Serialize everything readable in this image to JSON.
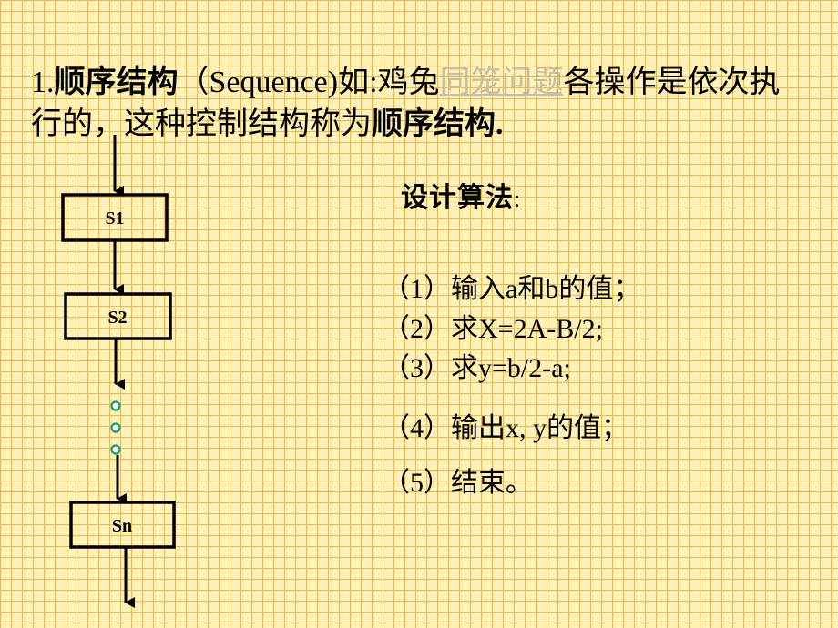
{
  "intro": {
    "num": "1.",
    "bold1": "顺序结构",
    "paren": "（Sequence)如:鸡兔",
    "link": "同笼问题",
    "rest": "各操作是依次执行的，这种控制结构称为",
    "bold2": "顺序结构",
    "end": "."
  },
  "flowchart": {
    "box1": "S1",
    "box2": "S2",
    "box3": "Sn"
  },
  "algorithm": {
    "title": "设计算法",
    "colon": ":",
    "steps": [
      "（1）输入a和b的值；",
      "（2）求X=2A-B/2;",
      "（3）求y=b/2-a;",
      "（4）输出x, y的值；",
      "（5）结束。"
    ]
  },
  "colors": {
    "background": "#fff2b8",
    "grid": "#e8b85a",
    "dot": "#2aa36a",
    "link": "#c4bfa6"
  }
}
